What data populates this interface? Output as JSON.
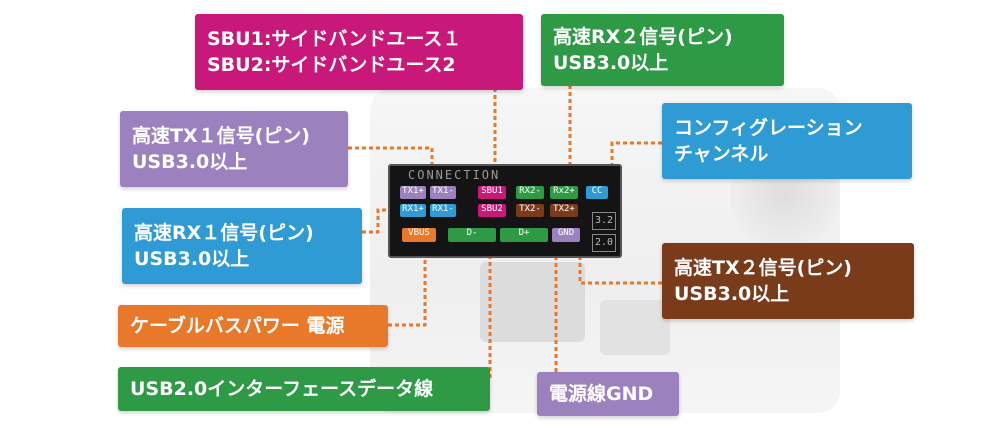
{
  "labels": {
    "sbu": {
      "line1": "SBU1:サイドバンドユース１",
      "line2": "SBU2:サイドバンドユース2",
      "color": "#c8197a"
    },
    "rx2": {
      "line1": "高速RX２信号(ピン)",
      "line2": "USB3.0以上",
      "color": "#2e9a46"
    },
    "tx1": {
      "line1": "高速TX１信号(ピン)",
      "line2": "USB3.0以上",
      "color": "#9b82be"
    },
    "config": {
      "line1": "コンフィグレーション",
      "line2": "チャンネル",
      "color": "#2f9bd4"
    },
    "rx1": {
      "line1": "高速RX１信号(ピン)",
      "line2": "USB3.0以上",
      "color": "#2f9bd4"
    },
    "tx2": {
      "line1": "高速TX２信号(ピン)",
      "line2": "USB3.0以上",
      "color": "#7a3b1a"
    },
    "vbus": {
      "line1": "ケーブルバスパワー 電源",
      "color": "#e8782a"
    },
    "usb2": {
      "line1": "USB2.0インターフェースデータ線",
      "color": "#2e9a46"
    },
    "gnd": {
      "line1": "電源線GND",
      "color": "#9b82be"
    }
  },
  "connector": {
    "title": "CONNECTION",
    "version_top": "3.2",
    "version_bottom": "2.0",
    "pins_row1": [
      "TX1+",
      "TX1-",
      "SBU1",
      "RX2-",
      "Rx2+",
      "CC"
    ],
    "pins_row2": [
      "RX1+",
      "RX1-",
      "SBU2",
      "TX2-",
      "TX2+"
    ],
    "pins_row3": [
      "VBUS",
      "D-",
      "D+",
      "GND"
    ]
  },
  "colors": {
    "leader": "#e8782a"
  }
}
